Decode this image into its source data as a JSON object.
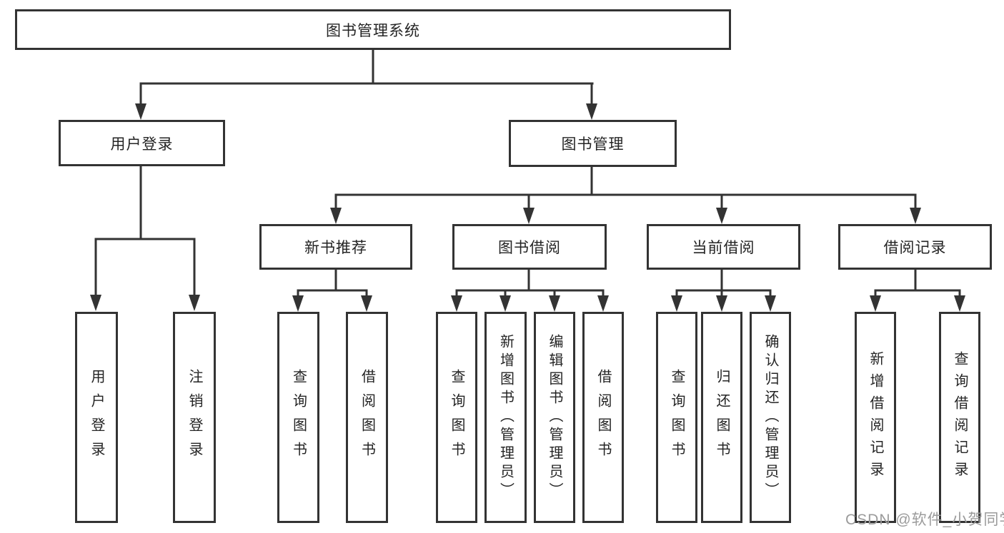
{
  "tree": {
    "root": "图书管理系统",
    "branches": [
      {
        "label": "用户登录",
        "leaves": [
          "用户登录",
          "注销登录"
        ]
      },
      {
        "label": "图书管理",
        "sections": [
          {
            "label": "新书推荐",
            "leaves": [
              "查询图书",
              "借阅图书"
            ]
          },
          {
            "label": "图书借阅",
            "leaves": [
              "查询图书",
              "新增图书（管理员）",
              "编辑图书（管理员）",
              "借阅图书"
            ]
          },
          {
            "label": "当前借阅",
            "leaves": [
              "查询图书",
              "归还图书",
              "确认归还（管理员）"
            ]
          },
          {
            "label": "借阅记录",
            "leaves": [
              "新增借阅记录",
              "查询借阅记录"
            ]
          }
        ]
      }
    ]
  },
  "watermark": "CSDN @软件_小贺同学",
  "colors": {
    "line": "#333333",
    "text": "#242424",
    "watermark": "#9b9b9b",
    "background": "#ffffff"
  }
}
